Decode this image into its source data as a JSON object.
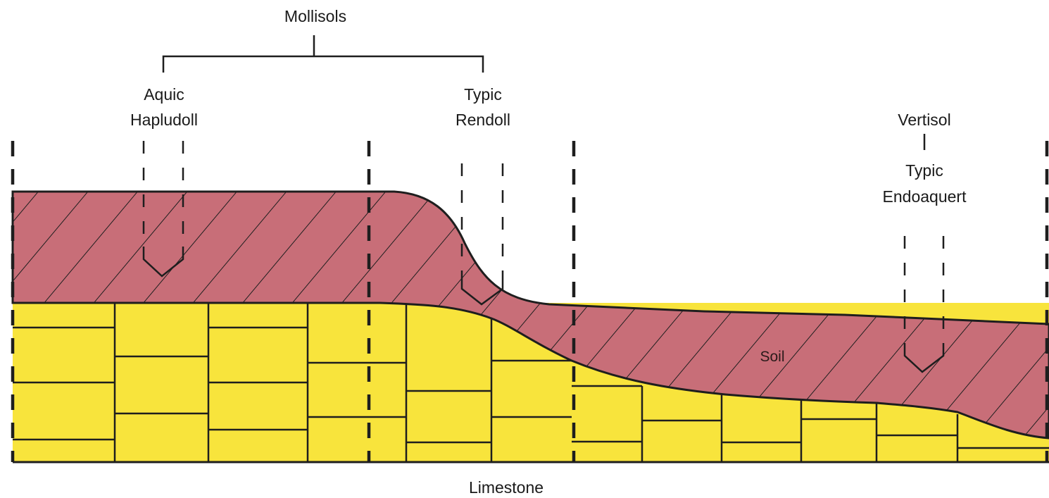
{
  "labels": {
    "order_top": "Mollisols",
    "profile_1_line1": "Aquic",
    "profile_1_line2": "Hapludoll",
    "profile_2_line1": "Typic",
    "profile_2_line2": "Rendoll",
    "order_right": "Vertisol",
    "profile_3_line1": "Typic",
    "profile_3_line2": "Endoaquert",
    "soil": "Soil",
    "bedrock": "Limestone"
  },
  "colors": {
    "soil_fill": "#c86e78",
    "limestone_fill": "#f8e43c",
    "line": "#1e1e1e",
    "background": "#ffffff"
  }
}
